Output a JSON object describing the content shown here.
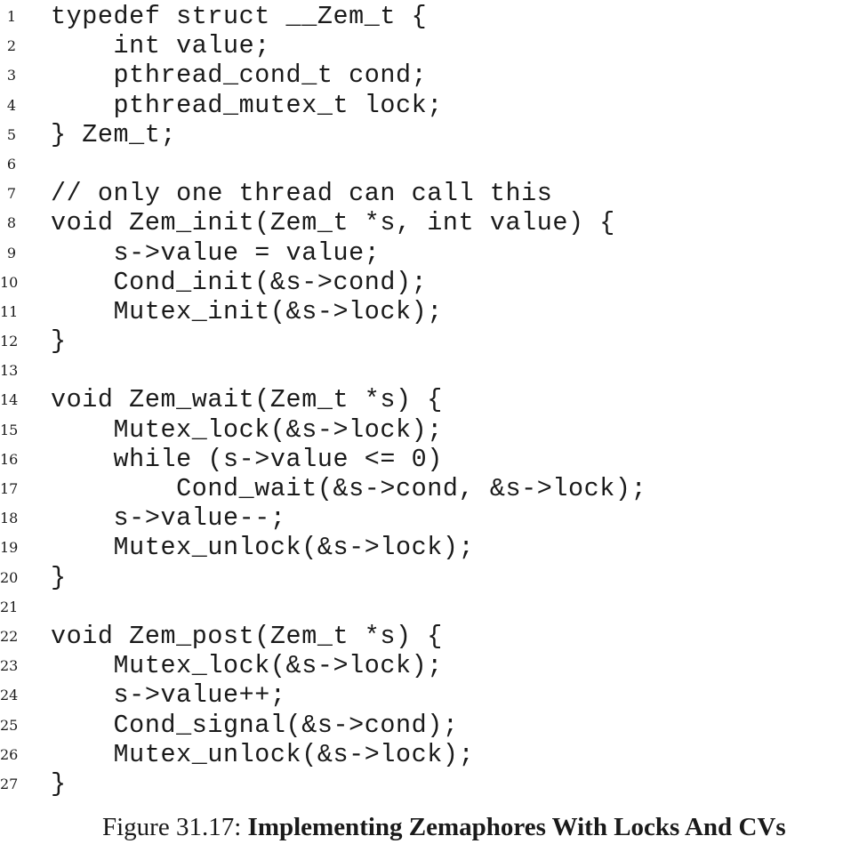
{
  "code_listing": {
    "lines": [
      {
        "n": "1",
        "text": "typedef struct __Zem_t {"
      },
      {
        "n": "2",
        "text": "    int value;"
      },
      {
        "n": "3",
        "text": "    pthread_cond_t cond;"
      },
      {
        "n": "4",
        "text": "    pthread_mutex_t lock;"
      },
      {
        "n": "5",
        "text": "} Zem_t;"
      },
      {
        "n": "6",
        "text": ""
      },
      {
        "n": "7",
        "text": "// only one thread can call this"
      },
      {
        "n": "8",
        "text": "void Zem_init(Zem_t *s, int value) {"
      },
      {
        "n": "9",
        "text": "    s->value = value;"
      },
      {
        "n": "10",
        "text": "    Cond_init(&s->cond);"
      },
      {
        "n": "11",
        "text": "    Mutex_init(&s->lock);"
      },
      {
        "n": "12",
        "text": "}"
      },
      {
        "n": "13",
        "text": ""
      },
      {
        "n": "14",
        "text": "void Zem_wait(Zem_t *s) {"
      },
      {
        "n": "15",
        "text": "    Mutex_lock(&s->lock);"
      },
      {
        "n": "16",
        "text": "    while (s->value <= 0)"
      },
      {
        "n": "17",
        "text": "        Cond_wait(&s->cond, &s->lock);"
      },
      {
        "n": "18",
        "text": "    s->value--;"
      },
      {
        "n": "19",
        "text": "    Mutex_unlock(&s->lock);"
      },
      {
        "n": "20",
        "text": "}"
      },
      {
        "n": "21",
        "text": ""
      },
      {
        "n": "22",
        "text": "void Zem_post(Zem_t *s) {"
      },
      {
        "n": "23",
        "text": "    Mutex_lock(&s->lock);"
      },
      {
        "n": "24",
        "text": "    s->value++;"
      },
      {
        "n": "25",
        "text": "    Cond_signal(&s->cond);"
      },
      {
        "n": "26",
        "text": "    Mutex_unlock(&s->lock);"
      },
      {
        "n": "27",
        "text": "}"
      }
    ]
  },
  "caption": {
    "label": "Figure 31.17: ",
    "title": "Implementing Zemaphores With Locks And CVs"
  }
}
